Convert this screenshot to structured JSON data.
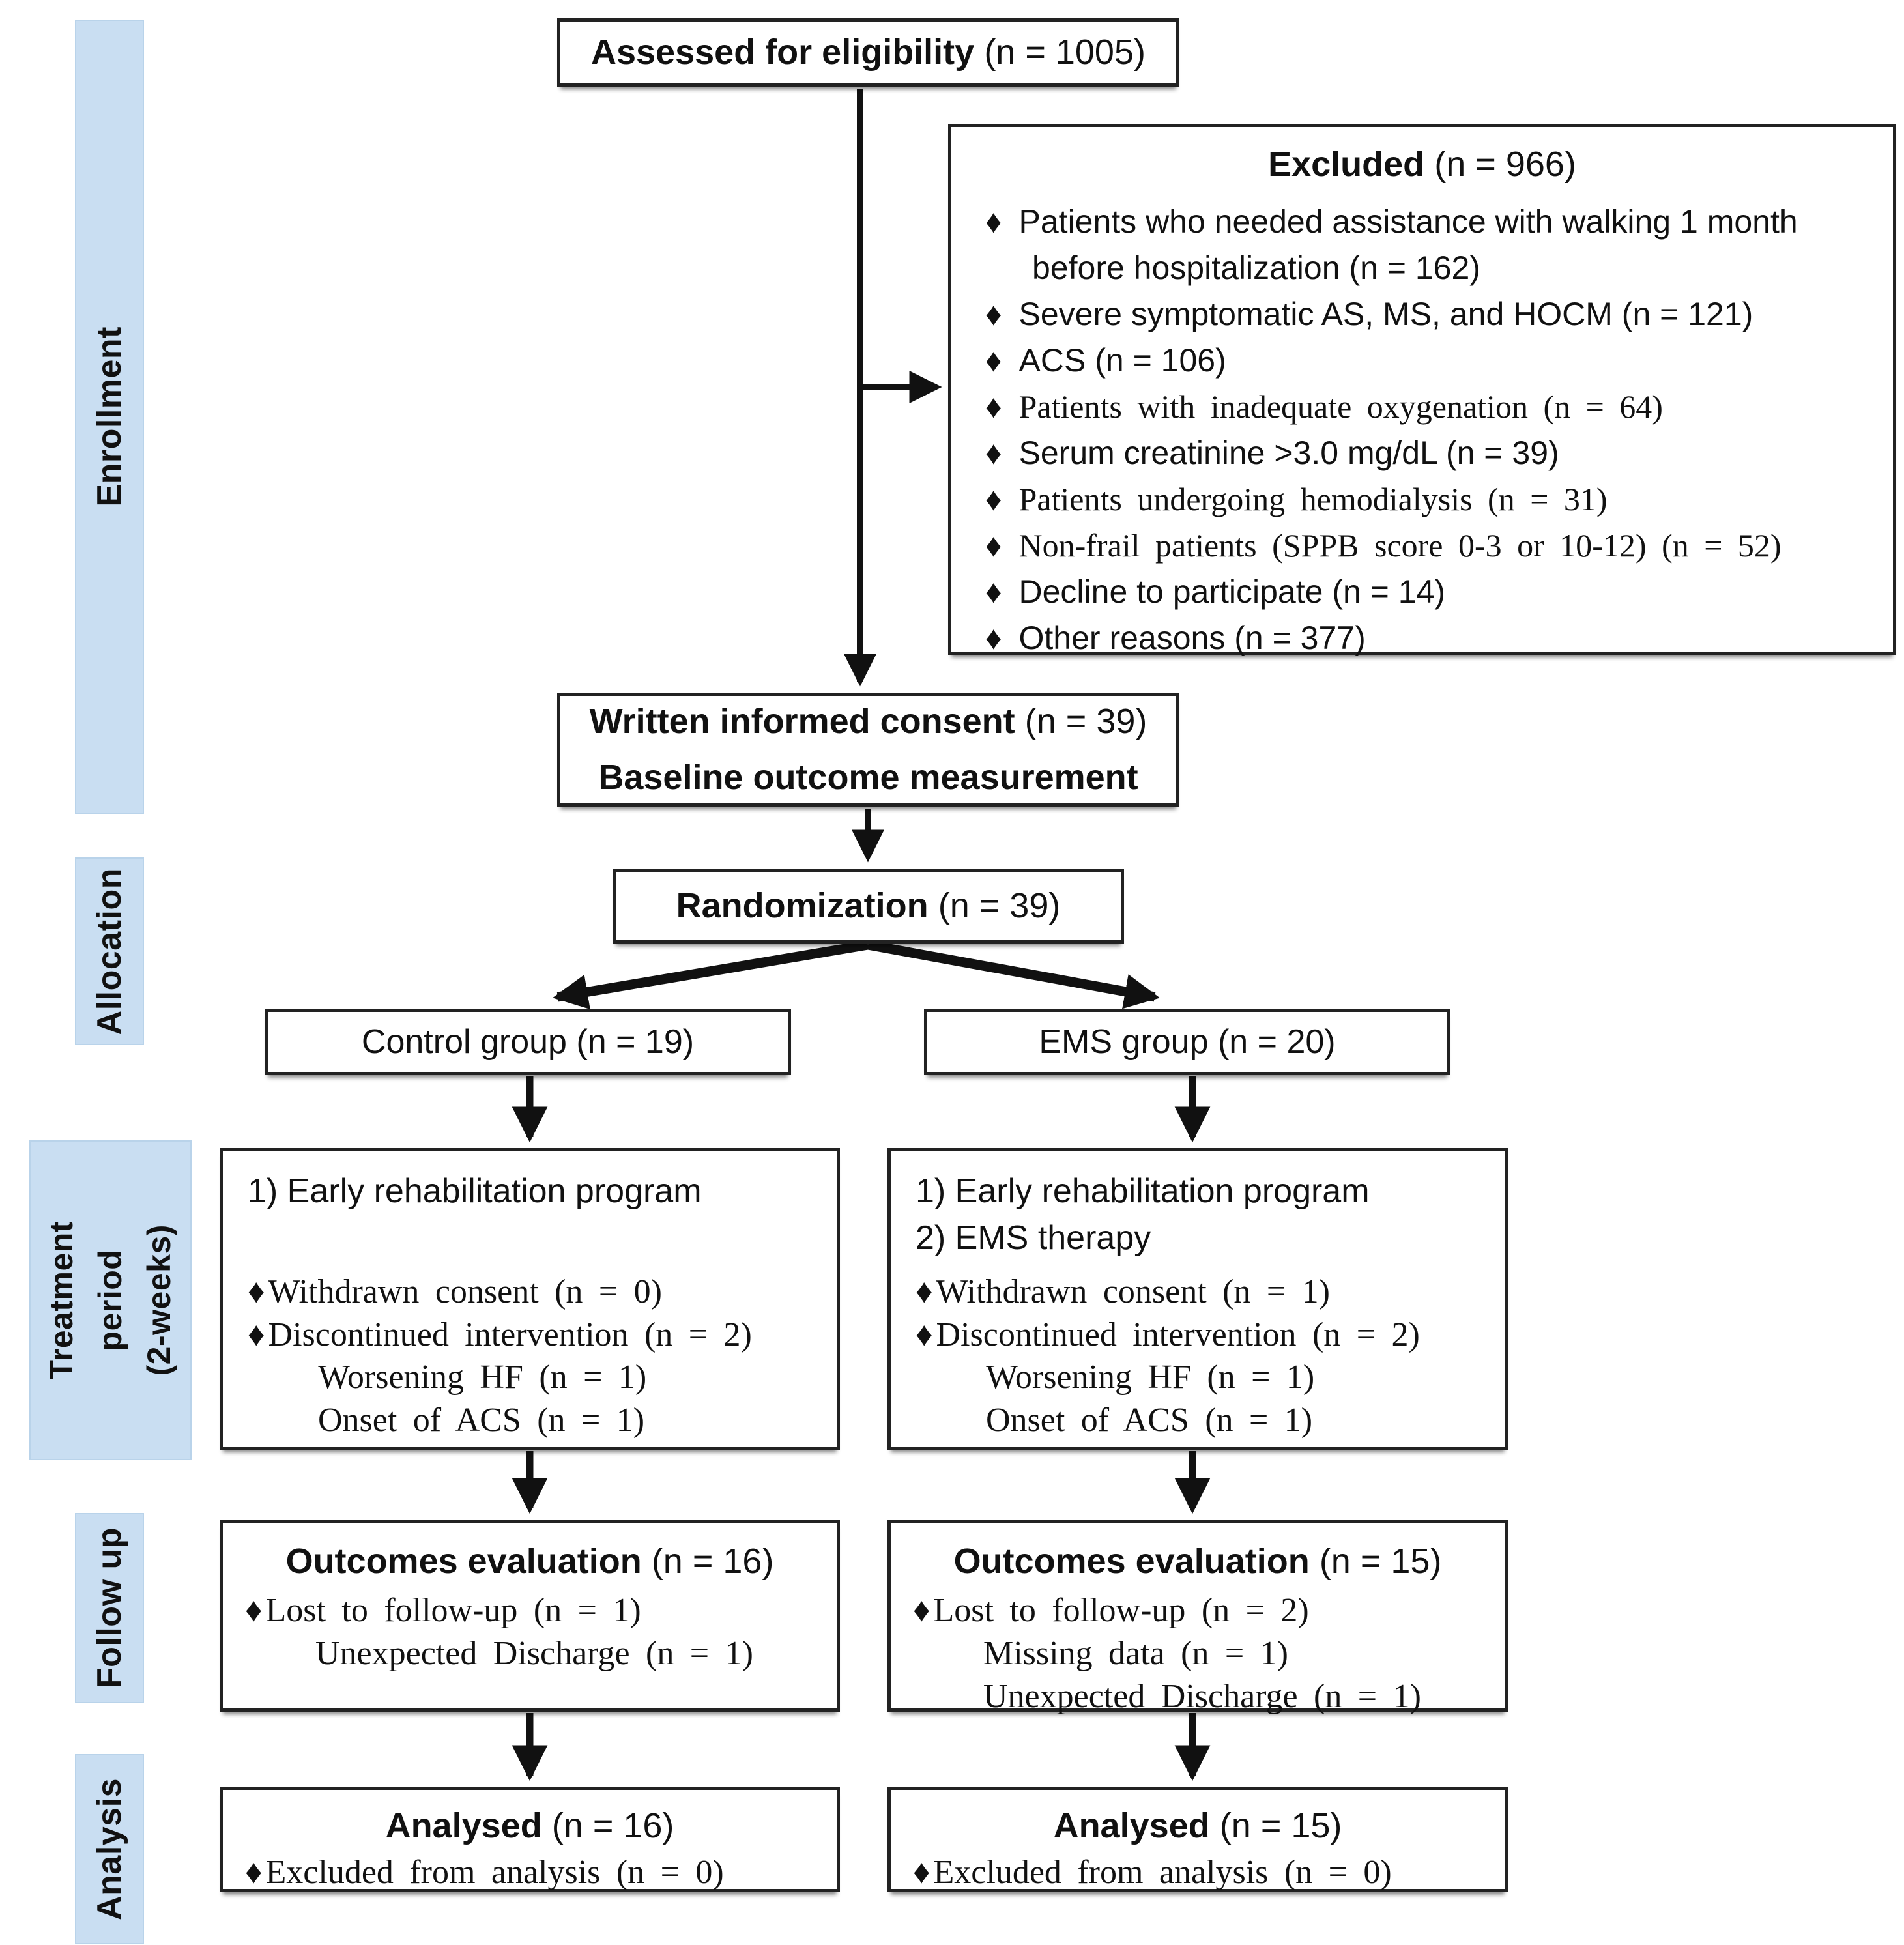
{
  "colors": {
    "stage_bg": "#c9def2",
    "stage_border": "#b9d3ea",
    "box_border": "#222222",
    "arrow": "#111111"
  },
  "glyphs": {
    "bullet": "♦"
  },
  "stages": [
    {
      "id": "enrollment",
      "label": "Enrollment"
    },
    {
      "id": "allocation",
      "label": "Allocation"
    },
    {
      "id": "treatment",
      "label": "Treatment\nperiod\n(2-weeks)"
    },
    {
      "id": "followup",
      "label": "Follow up"
    },
    {
      "id": "analysis",
      "label": "Analysis"
    }
  ],
  "boxes": {
    "assessed": {
      "title": "Assessed for eligibility",
      "n": "(n = 1005)"
    },
    "excluded": {
      "title": "Excluded",
      "n": "(n = 966)",
      "items": [
        {
          "text": "Patients who needed assistance with walking 1 month before hospitalization (n = 162)",
          "bullet": true
        },
        {
          "text": "Severe symptomatic AS, MS, and HOCM (n = 121)",
          "bullet": true
        },
        {
          "text": "ACS (n = 106)",
          "bullet": true
        },
        {
          "text": "Patients with inadequate oxygenation (n = 64)",
          "bullet": true,
          "serif": true
        },
        {
          "text": "Serum creatinine >3.0 mg/dL (n = 39)",
          "bullet": true
        },
        {
          "text": "Patients undergoing hemodialysis (n = 31)",
          "bullet": true,
          "serif": true
        },
        {
          "text": "Non-frail patients (SPPB score 0-3 or 10-12) (n = 52)",
          "bullet": true,
          "serif": true
        },
        {
          "text": "Decline to participate (n = 14)",
          "bullet": true
        },
        {
          "text": "Other reasons (n = 377)",
          "bullet": true
        }
      ]
    },
    "consent": {
      "title": "Written informed consent",
      "n": "(n = 39)",
      "line2": "Baseline outcome measurement"
    },
    "randomization": {
      "title": "Randomization",
      "n": "(n = 39)"
    },
    "control_group": {
      "label": "Control group (n = 19)"
    },
    "ems_group": {
      "label": "EMS group (n = 20)"
    },
    "control_treatment": {
      "steps": [
        {
          "text": "1) Early rehabilitation program"
        }
      ],
      "bullets": [
        {
          "text": "Withdrawn consent (n = 0)",
          "bullet": true,
          "serif": true
        },
        {
          "text": "Discontinued intervention (n = 2)",
          "bullet": true,
          "serif": true
        },
        {
          "text": "Worsening HF (n = 1)",
          "serif": true,
          "indent": true
        },
        {
          "text": "Onset of ACS (n = 1)",
          "serif": true,
          "indent": true
        }
      ]
    },
    "ems_treatment": {
      "steps": [
        {
          "text": "1) Early rehabilitation program"
        },
        {
          "text": "2) EMS therapy"
        }
      ],
      "bullets": [
        {
          "text": "Withdrawn consent (n = 1)",
          "bullet": true,
          "serif": true
        },
        {
          "text": "Discontinued intervention (n = 2)",
          "bullet": true,
          "serif": true
        },
        {
          "text": "Worsening HF (n = 1)",
          "serif": true,
          "indent": true
        },
        {
          "text": "Onset of ACS (n = 1)",
          "serif": true,
          "indent": true
        }
      ]
    },
    "control_followup": {
      "title": "Outcomes evaluation",
      "n": "(n = 16)",
      "bullets": [
        {
          "text": "Lost to follow-up (n = 1)",
          "bullet": true,
          "serif": true
        },
        {
          "text": "Unexpected Discharge (n = 1)",
          "serif": true,
          "indent": true
        }
      ]
    },
    "ems_followup": {
      "title": "Outcomes evaluation",
      "n": "(n = 15)",
      "bullets": [
        {
          "text": "Lost to follow-up (n = 2)",
          "bullet": true,
          "serif": true
        },
        {
          "text": "Missing data (n = 1)",
          "serif": true,
          "indent": true
        },
        {
          "text": "Unexpected Discharge (n = 1)",
          "serif": true,
          "indent": true
        }
      ]
    },
    "control_analysis": {
      "title": "Analysed",
      "n": "(n = 16)",
      "bullets": [
        {
          "text": "Excluded from analysis (n = 0)",
          "bullet": true,
          "serif": true
        }
      ]
    },
    "ems_analysis": {
      "title": "Analysed",
      "n": "(n = 15)",
      "bullets": [
        {
          "text": "Excluded from analysis (n = 0)",
          "bullet": true,
          "serif": true
        }
      ]
    }
  }
}
